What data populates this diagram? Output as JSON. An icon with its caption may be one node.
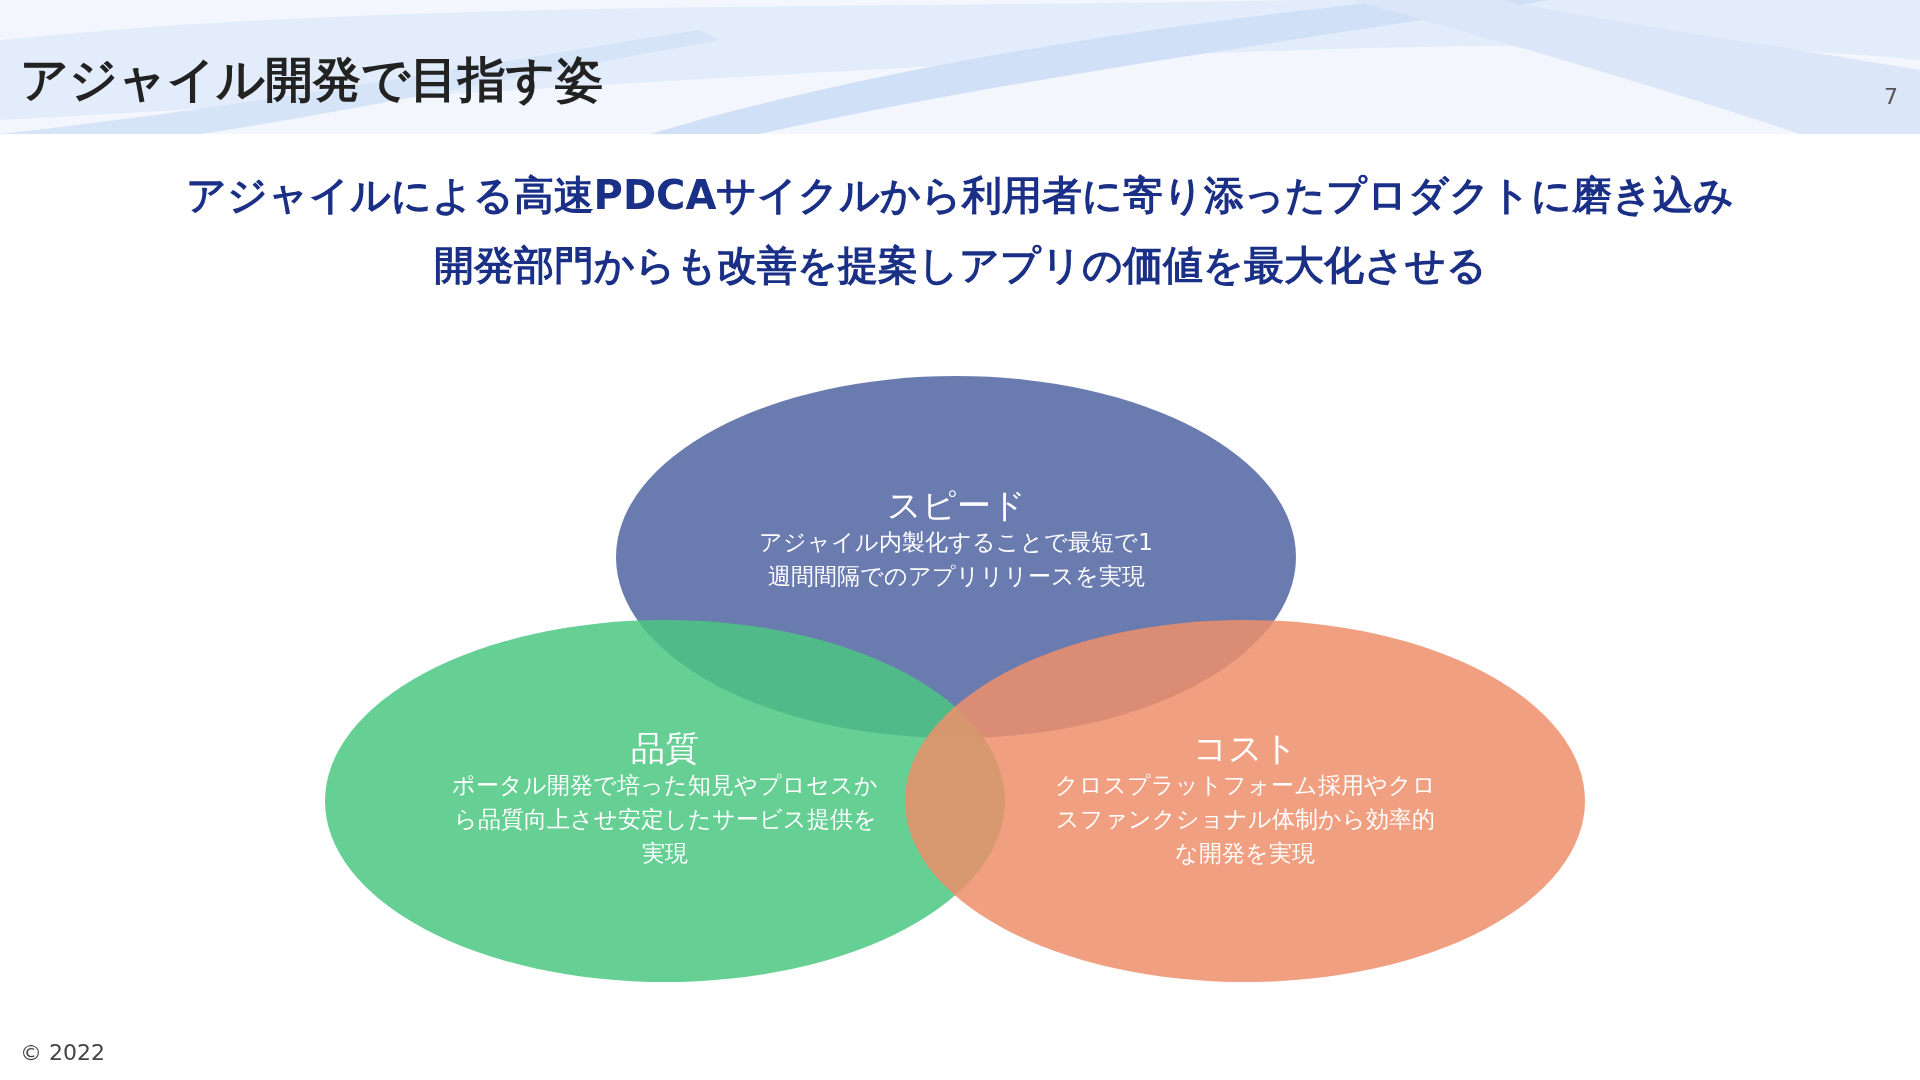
{
  "diagram": {
    "title": "アジャイル開発で目指す姿",
    "nodes": [
      {
        "text": [
          "スピード",
          "アジャイル内製化することで最短で1週間間隔でのアプリリリースを実現"
        ]
      },
      {
        "text": [
          "品質",
          "ポータル開発で培った知見やプロセスから品質向上させ安定したサービス提供を実現"
        ]
      },
      {
        "text": [
          "コスト",
          "クロスプラットフォーム採用やクロスファンクショナル体制から効率的な開発を実現"
        ]
      }
    ],
    "labels": [
      "7",
      "アジャイルによる高速PDCAサイクルから利用者に寄り添ったプロダクトに磨き込み",
      "開発部門からも改善を提案しアプリの価値を最大化させる",
      "© 2022"
    ]
  }
}
